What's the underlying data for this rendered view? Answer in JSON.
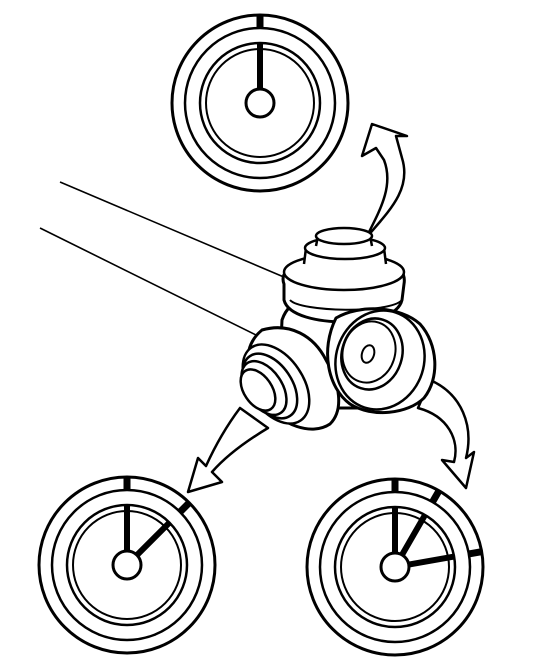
{
  "diagram": {
    "stroke_color": "#000000",
    "fill_color": "#ffffff",
    "dials": [
      {
        "id": "top",
        "mark_angles_deg": [
          0
        ],
        "pointer_angles_deg": [
          0
        ]
      },
      {
        "id": "bottom-left",
        "mark_angles_deg": [
          0,
          45
        ],
        "pointer_angles_deg": [
          0,
          45
        ]
      },
      {
        "id": "bottom-right",
        "mark_angles_deg": [
          0,
          30,
          80
        ],
        "pointer_angles_deg": [
          0,
          30,
          80
        ]
      }
    ],
    "arrows": [
      {
        "id": "to-top",
        "icon": "curved-arrow-icon"
      },
      {
        "id": "to-bottom-left",
        "icon": "curved-arrow-icon"
      },
      {
        "id": "to-bottom-right",
        "icon": "curved-arrow-icon"
      }
    ]
  }
}
